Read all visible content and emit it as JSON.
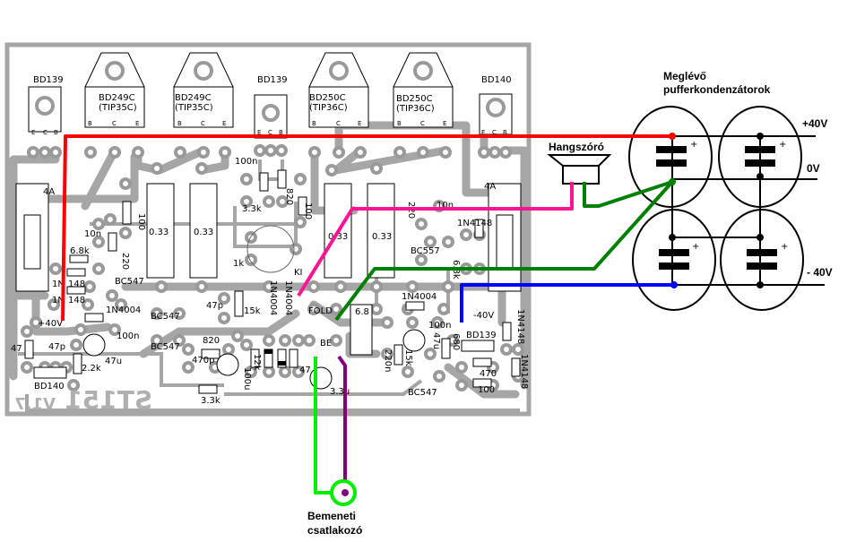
{
  "board": {
    "transistor_labels": [
      "BD139",
      "BD249C",
      "(TIP35C)",
      "BD249C",
      "(TIP35C)",
      "BD139",
      "BD250C",
      "(TIP36C)",
      "BD250C",
      "(TIP36C)",
      "BD140"
    ],
    "pin_labels": [
      "E",
      "C",
      "B",
      "B",
      "C",
      "E",
      "B",
      "C",
      "E",
      "E",
      "C",
      "B",
      "B",
      "C",
      "E",
      "B",
      "C",
      "E",
      "E",
      "C",
      "B"
    ],
    "component_labels": [
      "4A",
      "4A",
      "10n",
      "6.8k",
      "100",
      "220",
      "0.33",
      "0.33",
      "0.33",
      "0.33",
      "100n",
      "3.3k",
      "820",
      "100",
      "1k",
      "KI",
      "220",
      "10n",
      "1N4148",
      "BC557",
      "6.8k",
      "1N",
      "148",
      "BC547",
      "1N",
      "148",
      "1N4004",
      "+40V",
      "47p",
      "100n",
      "47u",
      "47",
      "2.2k",
      "BD140",
      "BC547",
      "BC547",
      "820",
      "470p",
      "47p",
      "15k",
      "1N4004",
      "1N4004",
      "FOLD",
      "6.8",
      "BE",
      "12k",
      "100u",
      "47",
      "3.3k",
      "3.3u",
      "1N4004",
      "100n",
      "-40V",
      "1N4148",
      "220n",
      "15k",
      "47u",
      "680",
      "BD139",
      "470",
      "100",
      "BC547",
      "1N4148"
    ],
    "silkscreen_title": "ST151",
    "silkscreen_version": "V1.7"
  },
  "external": {
    "capacitor_title_1": "Meglévő",
    "capacitor_title_2": "pufferkondenzátorok",
    "rail_pos": "+40V",
    "rail_zero": "0V",
    "rail_neg": "- 40V",
    "speaker_label": "Hangszóró",
    "input_label_1": "Bemeneti",
    "input_label_2": "csatlakozó",
    "plus_sign": "+"
  },
  "wire_colors": {
    "positive": "#ff0000",
    "speaker_hot": "#ff1493",
    "ground": "#008000",
    "negative": "#0000ff",
    "input_signal": "#00ee00",
    "input_ground": "#800080",
    "trace": "#a6a6a6"
  }
}
